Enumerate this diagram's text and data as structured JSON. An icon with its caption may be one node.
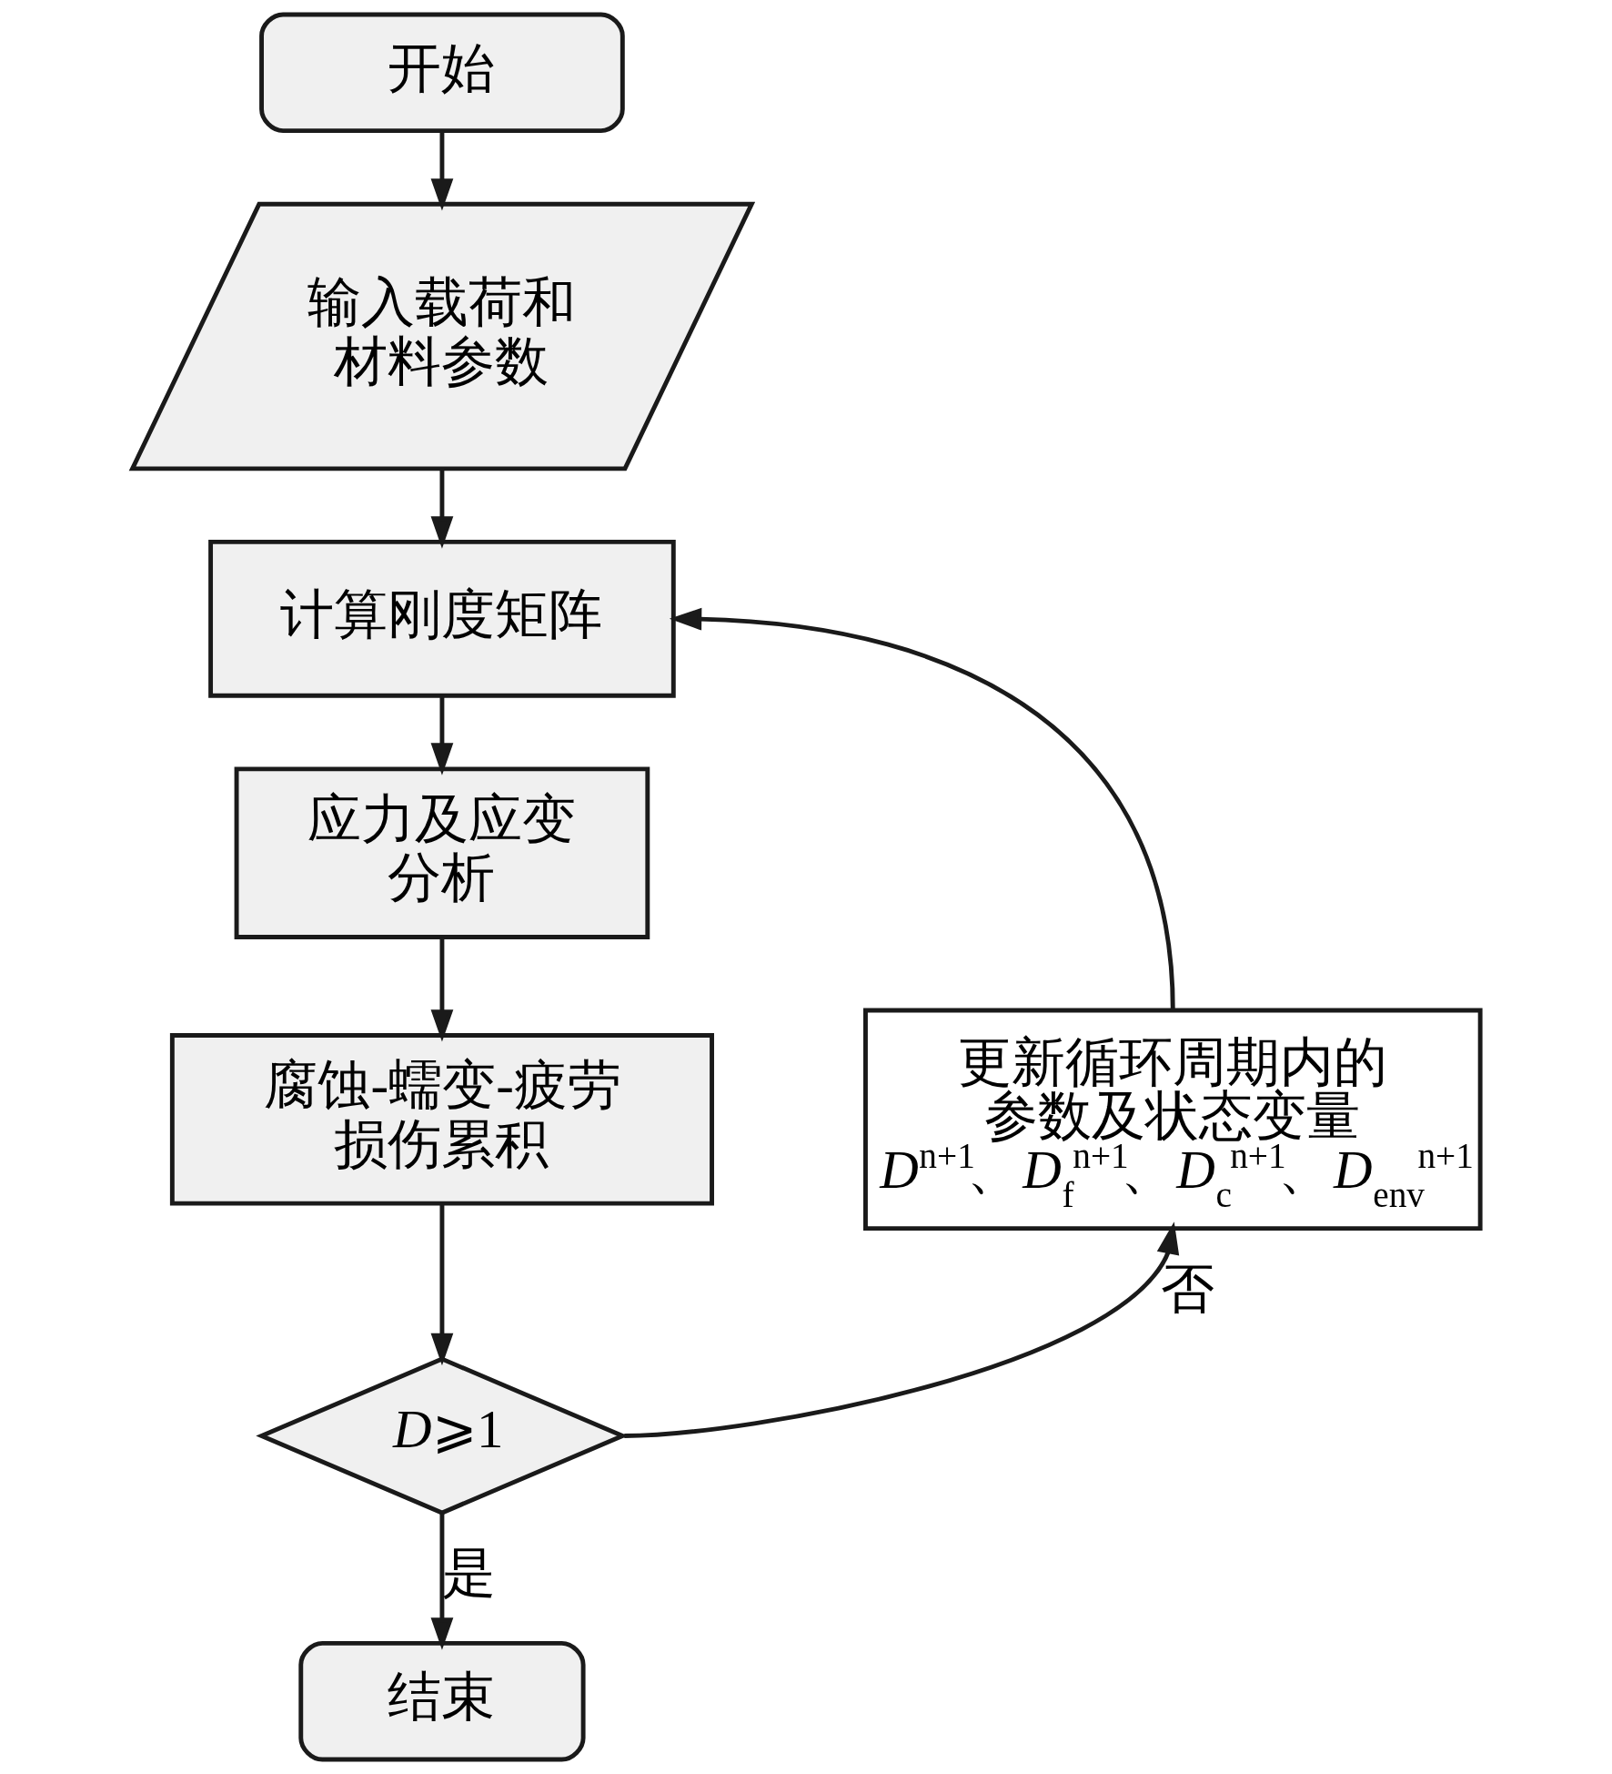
{
  "diagram": {
    "nodes": [
      {
        "text": [
          "开始"
        ]
      },
      {
        "text": [
          "输入载荷和材料参数"
        ]
      },
      {
        "text": [
          "计算刚度矩阵"
        ]
      },
      {
        "text": [
          "应力及应变分析"
        ]
      },
      {
        "text": [
          "腐蚀-蠕变-疲劳损伤累积"
        ]
      },
      {
        "text": [
          "*D*⩾1"
        ]
      },
      {
        "text": [
          "结束"
        ]
      },
      {
        "text": [
          "更新循环周期内的参数及状态变量",
          "*D*$^{n+1}$、*D*$_{f}$$^{n+1}$、*D*$_{c}$$^{n+1}$、*D*$_{env}$$^{n+1}$"
        ]
      }
    ],
    "edges": [
      {
        "from": 0,
        "to": 1,
        "arrow": "to"
      },
      {
        "from": 1,
        "to": 2,
        "arrow": "to"
      },
      {
        "from": 2,
        "to": 3,
        "arrow": "to"
      },
      {
        "from": 3,
        "to": 4,
        "arrow": "to"
      },
      {
        "from": 4,
        "to": 5,
        "arrow": "to"
      },
      {
        "from": 5,
        "to": 6,
        "label": "是",
        "arrow": "to"
      },
      {
        "from": 5,
        "to": 7,
        "label": "否",
        "arrow": "to"
      },
      {
        "from": 7,
        "to": 2,
        "arrow": "to"
      }
    ]
  }
}
